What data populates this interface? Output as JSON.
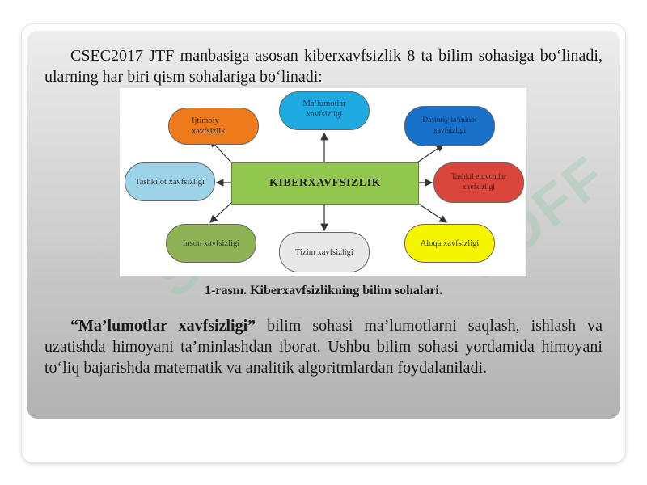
{
  "intro_text": "CSEC2017 JTF manbasiga asosan kiberxavfsizlik 8 ta bilim sohasiga bo‘linadi, ularning har biri qism sohalariga bo‘linadi:",
  "diagram": {
    "center": "KIBERXAVFSIZLIK",
    "nodes": {
      "data_security": "Ma’lumotlar xavfsizligi",
      "software_security": "Dasturiy ta’minot xavfsizligi",
      "component_security": "Tashkil etuvchilar xavfsizligi",
      "connection_security": "Aloqa xavfsizligi",
      "system_security": "Tizim xavfsizligi",
      "human_security": "Inson xavfsizligi",
      "organization_security": "Tashkilot xavfsizligi",
      "societal_security": "Ijtimoiy xavfsizlik"
    },
    "colors": {
      "data_security": "#1ea9e1",
      "software_security": "#1870c8",
      "component_security": "#d9463c",
      "connection_security": "#f5f500",
      "system_security": "#e8e8e8",
      "human_security": "#8fb354",
      "organization_security": "#9dd3e8",
      "societal_security": "#ee7a1c",
      "center": "#92c74f"
    }
  },
  "caption": "1-rasm. Kiberxavfsizlikning bilim sohalari.",
  "body_paragraph": {
    "bold_term": "“Ma’lumotlar xavfsizligi”",
    "text": " bilim sohasi ma’lumotlarni saqlash, ishlash va uzatishda himoyani ta’minlashdan iborat. Ushbu bilim sohasi yordamida himoyani to‘liq bajarishda matematik va analitik algoritmlardan foydalaniladi."
  },
  "watermark": "SOFF"
}
